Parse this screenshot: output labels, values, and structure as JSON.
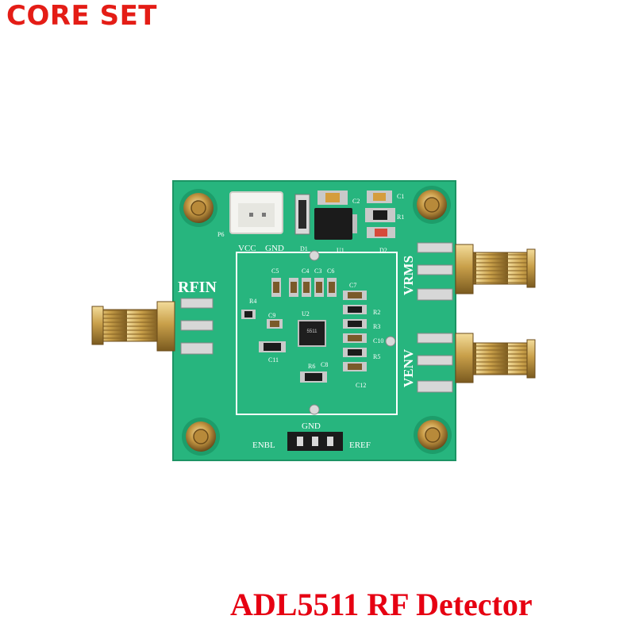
{
  "brand": {
    "logo_text": "CORE SET",
    "color": "#e41d16"
  },
  "caption": {
    "text": "ADL5511 RF Detector",
    "color": "#e60012"
  },
  "board": {
    "pcb_color": "#26b57d",
    "labels": {
      "rfin": "RFIN",
      "vrms": "VRMS",
      "venv": "VENV",
      "vcc": "VCC",
      "gnd_top": "GND",
      "gnd_bottom": "GND",
      "enbl": "ENBL",
      "eref": "EREF",
      "p6": "P6",
      "u1": "U1",
      "u2": "U2",
      "d1": "D1",
      "d2": "D2",
      "r1": "R1",
      "r2": "R2",
      "r3": "R3",
      "r4": "R4",
      "r5": "R5",
      "r6": "R6",
      "c1": "C1",
      "c2": "C2",
      "c3": "C3",
      "c4": "C4",
      "c5": "C5",
      "c6": "C6",
      "c7": "C7",
      "c8": "C8",
      "c9": "C9",
      "c10": "C10",
      "c11": "C11",
      "c12": "C12"
    }
  }
}
